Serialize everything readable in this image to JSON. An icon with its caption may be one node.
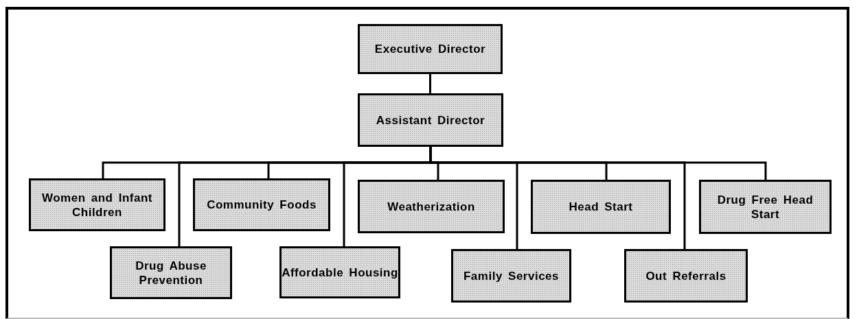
{
  "diagram": {
    "nodes": [
      {
        "text": [
          "Executive Director"
        ]
      },
      {
        "text": [
          "Assistant Director"
        ]
      },
      {
        "text": [
          "Women and Infant Children"
        ]
      },
      {
        "text": [
          "Drug Abuse Prevention"
        ]
      },
      {
        "text": [
          "Community Foods"
        ]
      },
      {
        "text": [
          "Affordable Housing"
        ]
      },
      {
        "text": [
          "Weatherization"
        ]
      },
      {
        "text": [
          "Family Services"
        ]
      },
      {
        "text": [
          "Head Start"
        ]
      },
      {
        "text": [
          "Out Referrals"
        ]
      },
      {
        "text": [
          "Drug Free Head Start"
        ]
      }
    ],
    "edges": [
      {
        "from": 0,
        "to": 1,
        "arrow": "none"
      },
      {
        "from": 1,
        "to": 2,
        "arrow": "none"
      },
      {
        "from": 1,
        "to": 3,
        "arrow": "none"
      },
      {
        "from": 1,
        "to": 4,
        "arrow": "none"
      },
      {
        "from": 1,
        "to": 5,
        "arrow": "none"
      },
      {
        "from": 1,
        "to": 6,
        "arrow": "none"
      },
      {
        "from": 1,
        "to": 7,
        "arrow": "none"
      },
      {
        "from": 1,
        "to": 8,
        "arrow": "none"
      },
      {
        "from": 1,
        "to": 9,
        "arrow": "none"
      },
      {
        "from": 1,
        "to": 10,
        "arrow": "none"
      }
    ]
  }
}
